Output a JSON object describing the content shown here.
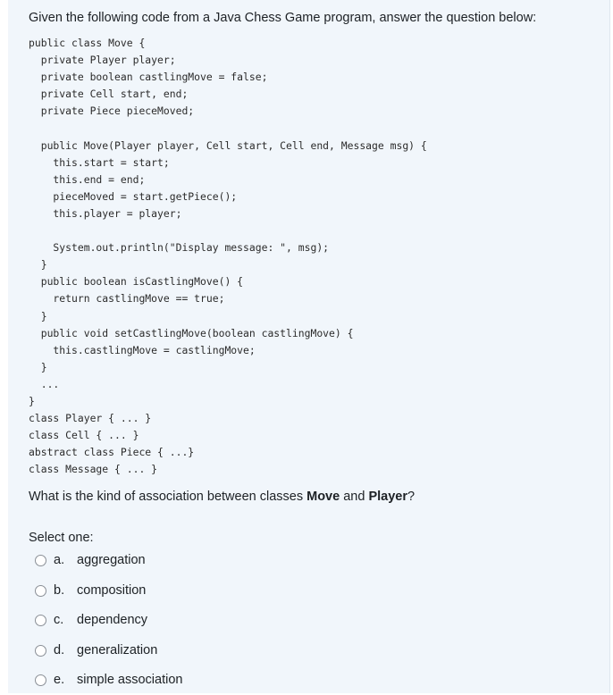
{
  "question": {
    "intro": "Given the following code from a Java Chess Game program, answer the question below:",
    "code_lines": [
      "public class Move {",
      "  private Player player;",
      "  private boolean castlingMove = false;",
      "  private Cell start, end;",
      "  private Piece pieceMoved;",
      "",
      "  public Move(Player player, Cell start, Cell end, Message msg) {",
      "    this.start = start;",
      "    this.end = end;",
      "    pieceMoved = start.getPiece();",
      "    this.player = player;",
      "",
      "    System.out.println(\"Display message: \", msg);",
      "  }",
      "  public boolean isCastlingMove() {",
      "    return castlingMove == true;",
      "  }",
      "  public void setCastlingMove(boolean castlingMove) {",
      "    this.castlingMove = castlingMove;",
      "  }",
      "  ...",
      "}",
      "class Player { ... }",
      "class Cell { ... }",
      "abstract class Piece { ...}",
      "class Message { ... }"
    ],
    "prompt_prefix": "What is the kind of association between classes ",
    "prompt_class_a": "Move",
    "prompt_and": " and ",
    "prompt_class_b": "Player",
    "prompt_suffix": "?"
  },
  "answer": {
    "select_label": "Select one:",
    "options": [
      {
        "letter": "a.",
        "text": "aggregation"
      },
      {
        "letter": "b.",
        "text": "composition"
      },
      {
        "letter": "c.",
        "text": "dependency"
      },
      {
        "letter": "d.",
        "text": "generalization"
      },
      {
        "letter": "e.",
        "text": "simple association"
      }
    ]
  }
}
